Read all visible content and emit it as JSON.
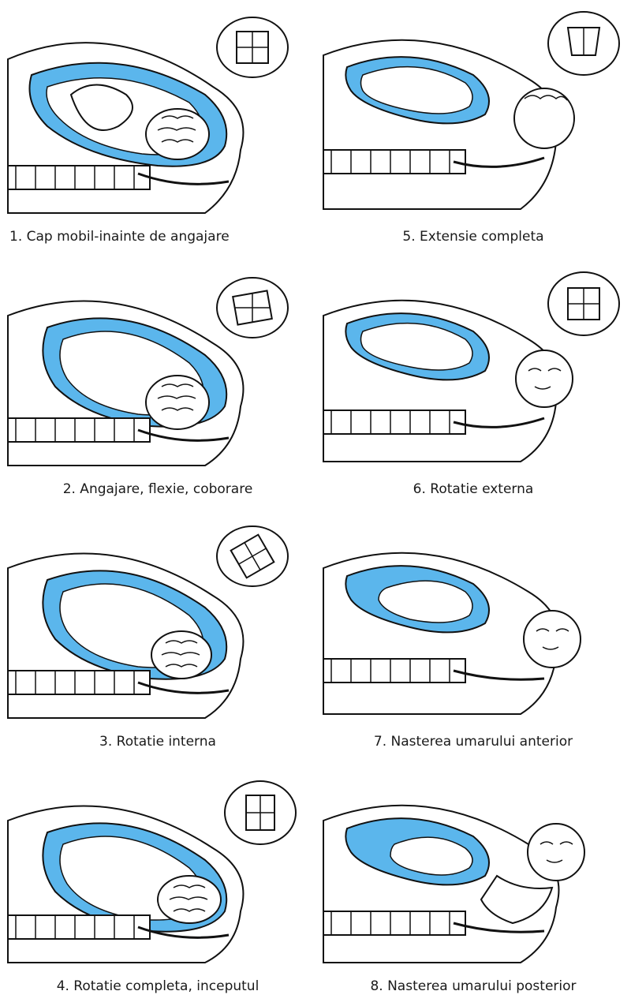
{
  "figure": {
    "colors": {
      "amniotic_fluid": "#5bb6ec",
      "sac_light": "#cfe9f7",
      "line": "#111111",
      "caption_bg": "#f3f3f3"
    },
    "panels": [
      {
        "id": 1,
        "caption": "1. Cap mobil-inainte de angajare"
      },
      {
        "id": 2,
        "caption": "2. Angajare, flexie, coborare"
      },
      {
        "id": 3,
        "caption": "3. Rotatie interna"
      },
      {
        "id": 4,
        "caption": "4. Rotatie completa, inceputul"
      },
      {
        "id": 5,
        "caption": "5. Extensie completa"
      },
      {
        "id": 6,
        "caption": "6. Rotatie externa"
      },
      {
        "id": 7,
        "caption": "7. Nasterea umarului anterior"
      },
      {
        "id": 8,
        "caption": "8. Nasterea umarului posterior"
      }
    ]
  }
}
